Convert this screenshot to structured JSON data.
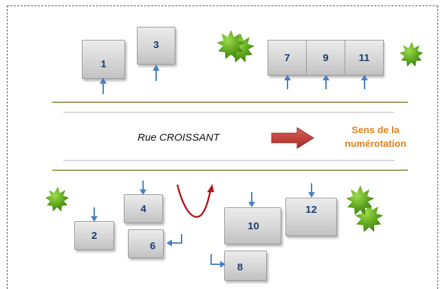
{
  "street": {
    "name": "Rue  CROISSANT",
    "direction_label_line1": "Sens de la",
    "direction_label_line2": "numérotation"
  },
  "houses": {
    "h1": "1",
    "h3": "3",
    "h7": "7",
    "h9": "9",
    "h11": "11",
    "h2": "2",
    "h4": "4",
    "h6": "6",
    "h8": "8",
    "h10": "10",
    "h12": "12"
  },
  "colors": {
    "house_text": "#1d3f73",
    "arrow_blue": "#4a7fc4",
    "road_line": "#9b9a5c",
    "direction_arrow": "#c0392b",
    "direction_text": "#e0801a",
    "uturn": "#b01818",
    "tree": "#5aa31e"
  },
  "icons": {
    "tree": "tree-icon",
    "direction": "arrow-right-icon",
    "uturn": "u-turn-icon",
    "entrance": "entrance-arrow-icon"
  }
}
